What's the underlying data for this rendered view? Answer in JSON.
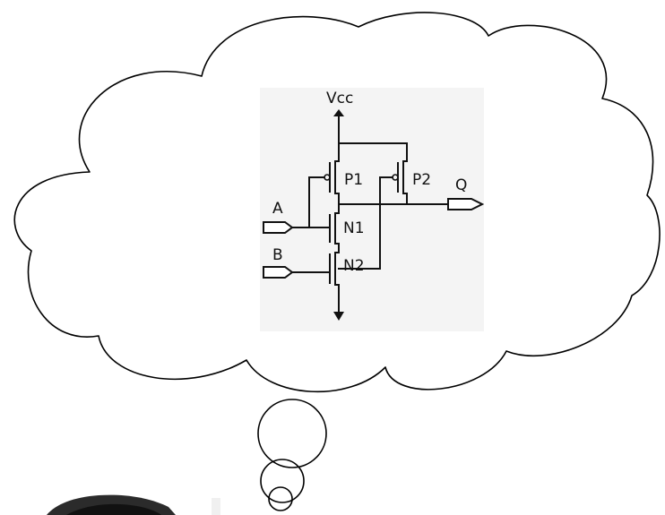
{
  "schematic": {
    "supply_label": "Vcc",
    "input_a_label": "A",
    "input_b_label": "B",
    "output_label": "Q",
    "transistors": {
      "p1": "P1",
      "p2": "P2",
      "n1": "N1",
      "n2": "N2"
    }
  }
}
